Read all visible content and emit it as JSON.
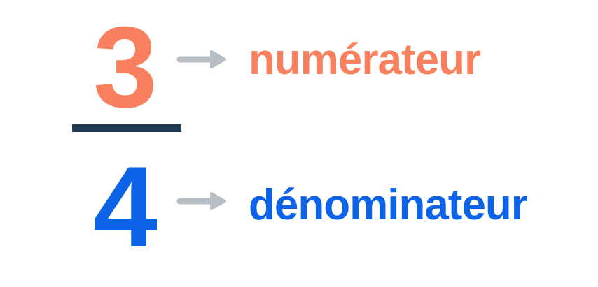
{
  "fraction": {
    "numerator": "3",
    "denominator": "4"
  },
  "labels": {
    "numerator": "numérateur",
    "denominator": "dénominateur"
  },
  "icons": {
    "numerator_arrow": "right-arrow",
    "denominator_arrow": "right-arrow"
  },
  "colors": {
    "numerator": "#F9805F",
    "denominator": "#0C63E6",
    "fraction_bar": "#213B52",
    "arrow": "#B7BEC5",
    "background": "#FFFFFF"
  }
}
